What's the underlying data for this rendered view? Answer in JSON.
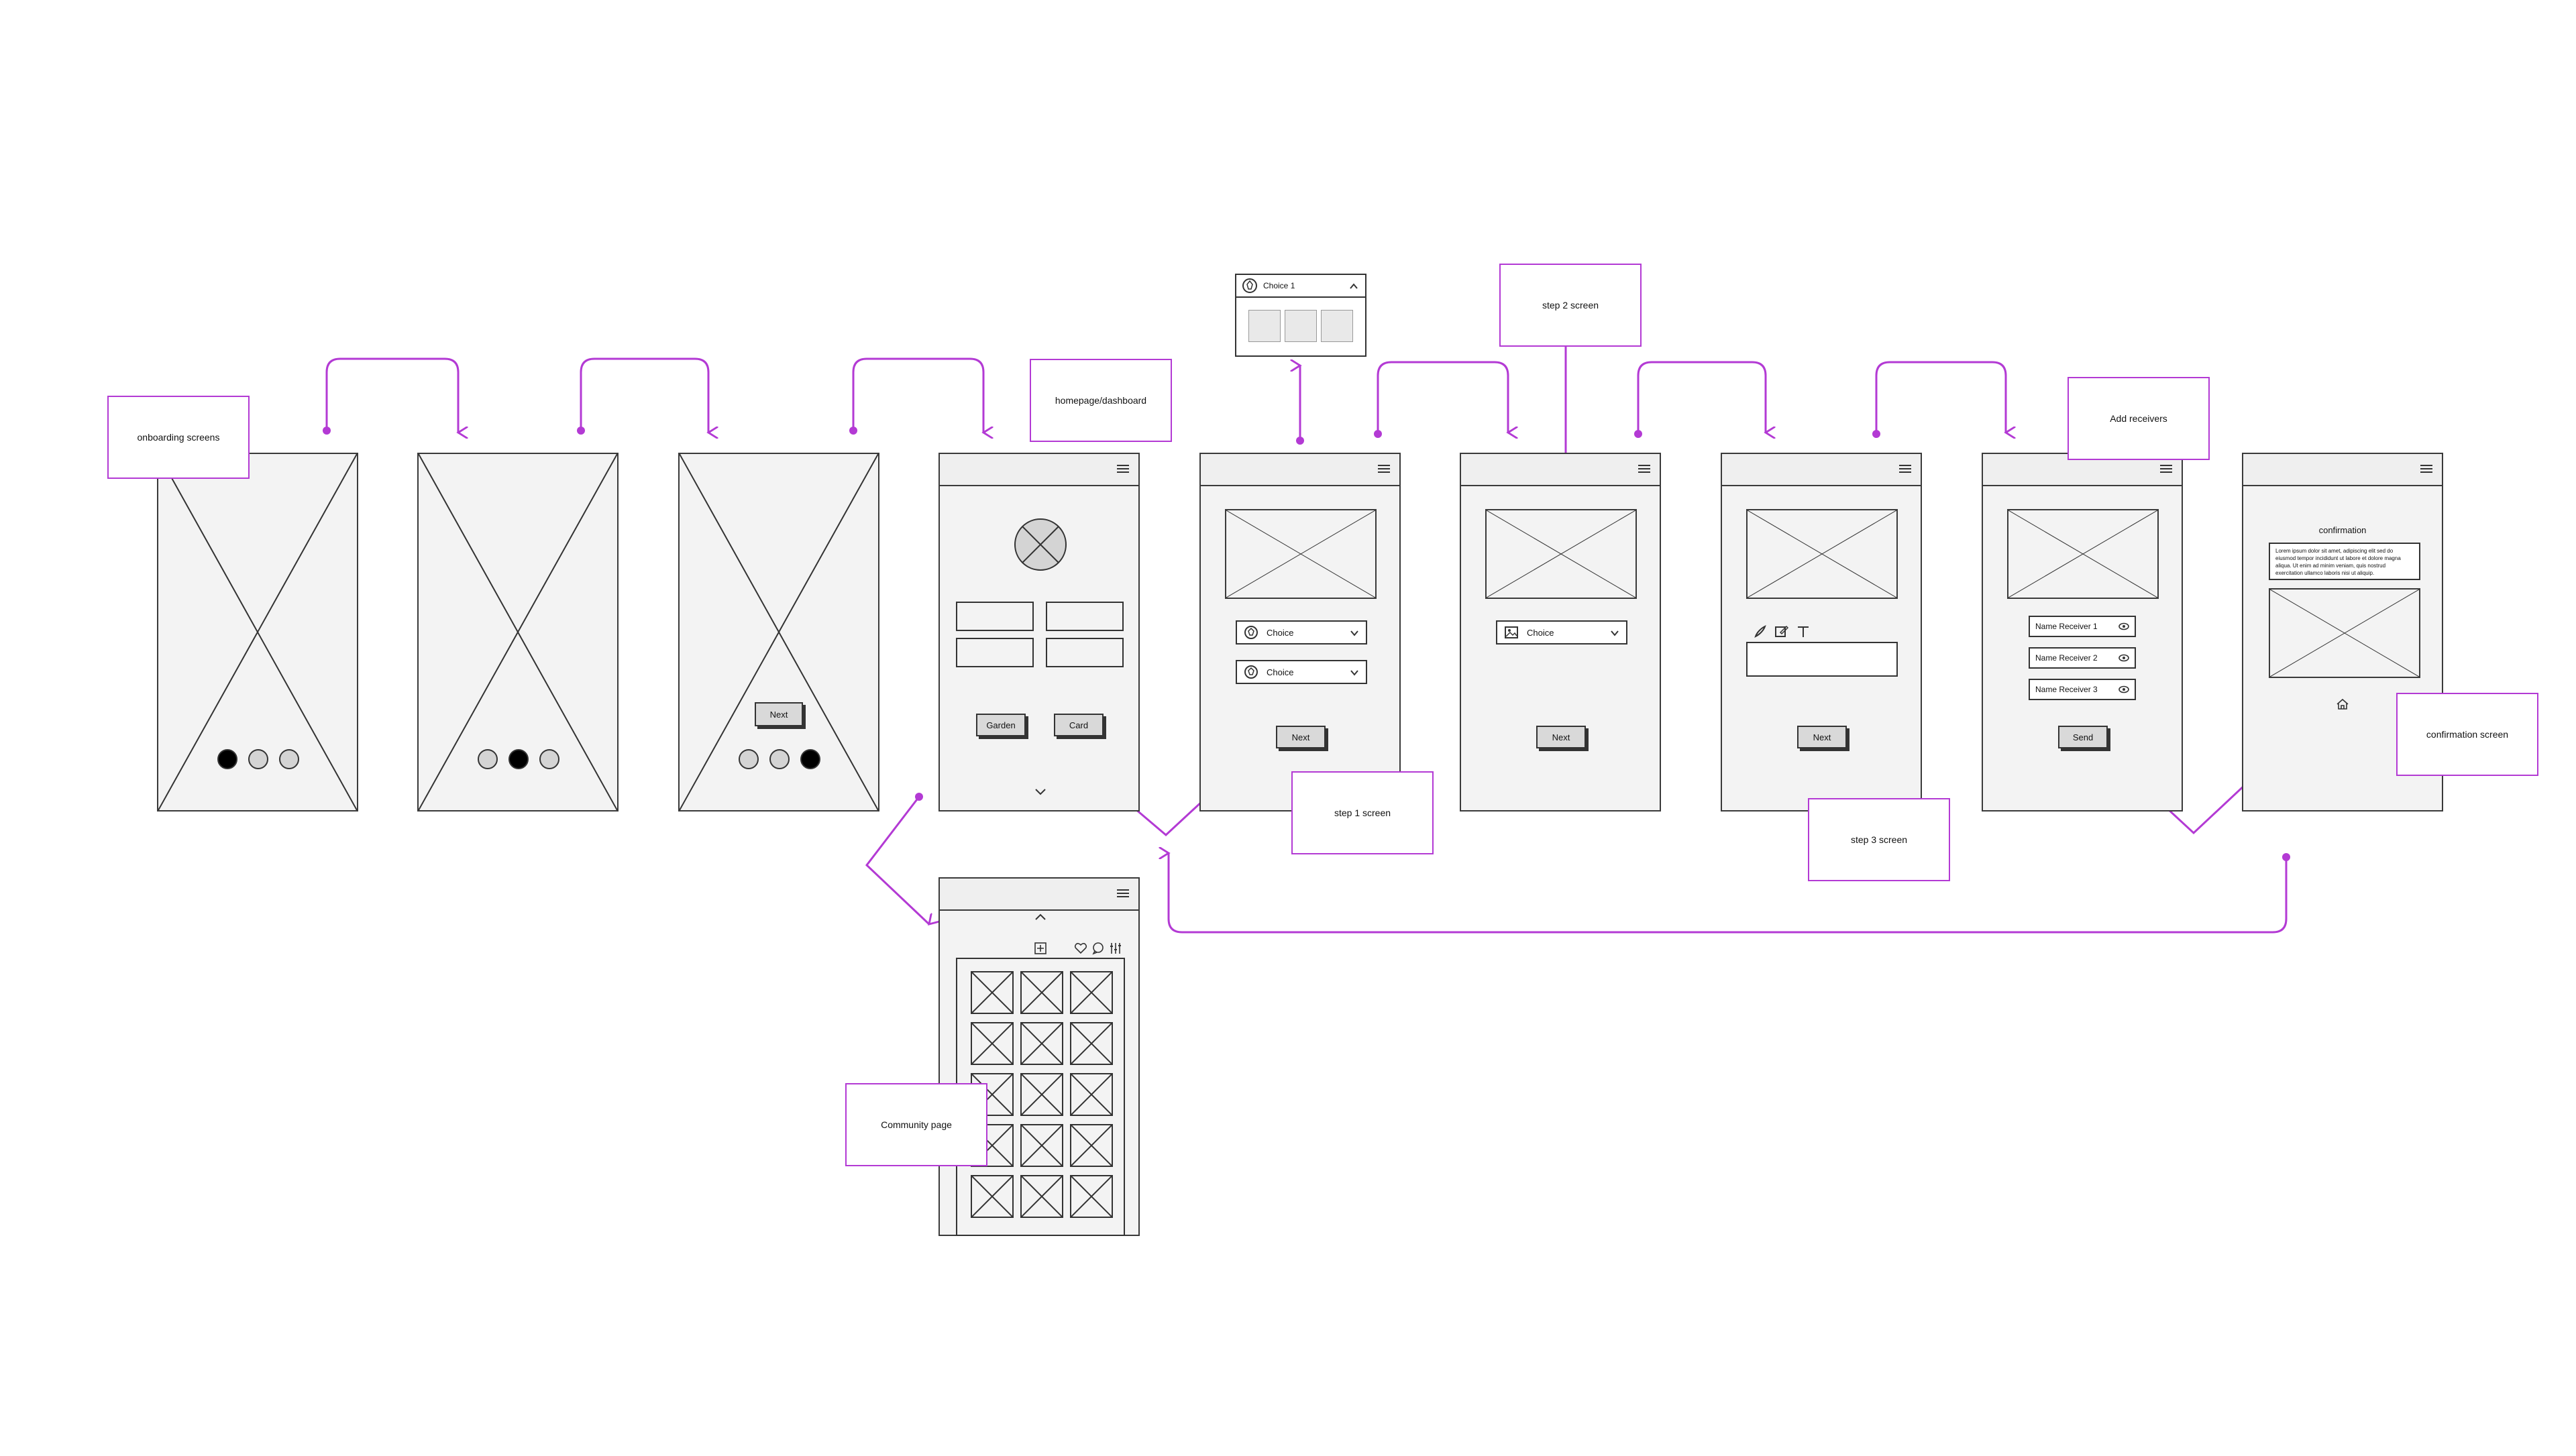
{
  "notes": {
    "onboarding": "onboarding screens",
    "homepage": "homepage/dashboard",
    "step1": "step 1 screen",
    "step2": "step 2 screen",
    "step3": "step 3 screen",
    "add_receivers": "Add receivers",
    "confirmation_screen": "confirmation screen",
    "community": "Community page"
  },
  "onboarding": {
    "next_label": "Next"
  },
  "homepage": {
    "garden_button": "Garden",
    "card_button": "Card"
  },
  "popup": {
    "choice_label": "Choice 1"
  },
  "step1": {
    "choice_a": "Choice",
    "choice_b": "Choice",
    "next_label": "Next"
  },
  "step2": {
    "choice": "Choice",
    "next_label": "Next"
  },
  "step3": {
    "next_label": "Next"
  },
  "receivers": {
    "items": [
      "Name Receiver 1",
      "Name Receiver 2",
      "Name Receiver 3"
    ],
    "send_label": "Send"
  },
  "confirmation": {
    "title": "confirmation",
    "body": "Lorem ipsum dolor sit amet, adipiscing elit sed do eiusmod tempor incididunt ut labore et dolore magna aliqua. Ut enim ad minim veniam, quis nostrud exercitation ullamco laboris nisi ut aliquip."
  },
  "colors": {
    "accent": "#b33ad4",
    "stroke": "#3a3a3a",
    "fill": "#f3f3f3"
  },
  "icons": [
    "menu-icon",
    "flower-icon",
    "image-icon",
    "chevron-down-icon",
    "chevron-up-icon",
    "brush-icon",
    "edit-icon",
    "text-icon",
    "eye-icon",
    "home-icon",
    "plus-icon",
    "heart-icon",
    "comment-icon",
    "filter-icon"
  ]
}
